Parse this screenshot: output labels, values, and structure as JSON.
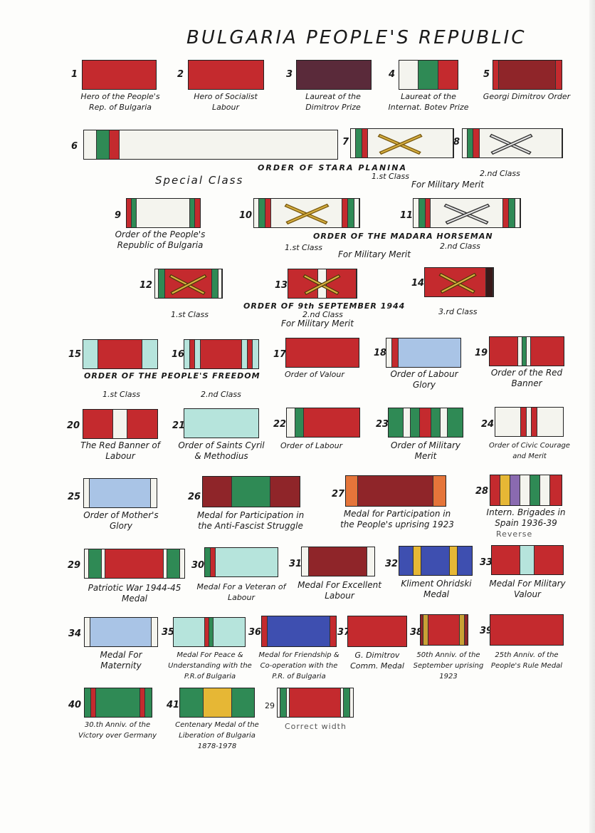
{
  "title": "BULGARIA PEOPLE'S REPUBLIC",
  "colors": {
    "red": "#c42a2e",
    "green": "#2f8a55",
    "white": "#f4f4ee",
    "purple": "#5a2a3a",
    "brown": "#8f2529",
    "lblue": "#a9c4e6",
    "mblue": "#3e4fb0",
    "cyan": "#b6e4dc",
    "yellow": "#e6b735",
    "orange": "#e5753a",
    "gold": "#c9a135",
    "violet": "#8a6ab0"
  },
  "ribbons": [
    {
      "num": "1",
      "label": "Hero of the People's Rep. of Bulgaria"
    },
    {
      "num": "2",
      "label": "Hero of Socialist Labour"
    },
    {
      "num": "3",
      "label": "Laureat of the Dimitrov Prize"
    },
    {
      "num": "4",
      "label": "Laureat of the Internat. Botev Prize"
    },
    {
      "num": "5",
      "label": "Georgi Dimitrov Order"
    },
    {
      "num": "6",
      "label": "Special Class"
    },
    {
      "num": "7",
      "label": "1.st Class"
    },
    {
      "num": "8",
      "label": "2.nd Class"
    },
    {
      "num": "9",
      "label": "Order of the People's Republic of Bulgaria"
    },
    {
      "num": "10",
      "label": "1.st Class"
    },
    {
      "num": "11",
      "label": "2.nd Class"
    },
    {
      "num": "12",
      "label": "1.st Class"
    },
    {
      "num": "13",
      "label": "2.nd Class"
    },
    {
      "num": "14",
      "label": "3.rd Class"
    },
    {
      "num": "15",
      "label": "1.st Class"
    },
    {
      "num": "16",
      "label": "2.nd Class"
    },
    {
      "num": "17",
      "label": "Order of Valour"
    },
    {
      "num": "18",
      "label": "Order of Labour Glory"
    },
    {
      "num": "19",
      "label": "Order of the Red Banner"
    },
    {
      "num": "20",
      "label": "The Red Banner of Labour"
    },
    {
      "num": "21",
      "label": "Order of Saints Cyril & Methodius"
    },
    {
      "num": "22",
      "label": "Order of Labour"
    },
    {
      "num": "23",
      "label": "Order of Military Merit"
    },
    {
      "num": "24",
      "label": "Order of Civic Courage and Merit"
    },
    {
      "num": "25",
      "label": "Order of Mother's Glory"
    },
    {
      "num": "26",
      "label": "Medal for Participation in the Anti-Fascist Struggle"
    },
    {
      "num": "27",
      "label": "Medal for Participation in the People's uprising 1923"
    },
    {
      "num": "28",
      "label": "Intern. Brigades in Spain 1936-39"
    },
    {
      "num": "29",
      "label": "Patriotic War 1944-45 Medal"
    },
    {
      "num": "30",
      "label": "Medal For a Veteran of Labour"
    },
    {
      "num": "31",
      "label": "Medal For Excellent Labour"
    },
    {
      "num": "32",
      "label": "Kliment Ohridski Medal"
    },
    {
      "num": "33",
      "label": "Medal For Military Valour"
    },
    {
      "num": "34",
      "label": "Medal For Maternity"
    },
    {
      "num": "35",
      "label": "Medal For Peace & Understanding with the P.R.of Bulgaria"
    },
    {
      "num": "36",
      "label": "Medal for Friendship & Co-operation with the P.R. of Bulgaria"
    },
    {
      "num": "37",
      "label": "G. Dimitrov Comm. Medal"
    },
    {
      "num": "38",
      "label": "50th Anniv. of the September uprising 1923"
    },
    {
      "num": "39",
      "label": "25th Anniv. of the People's Rule Medal"
    },
    {
      "num": "40",
      "label": "30.th Anniv. of the Victory over Germany"
    },
    {
      "num": "41",
      "label": "Centenary Medal of the Liberation of Bulgaria 1878-1978"
    },
    {
      "num": "29",
      "label": "Correct width"
    }
  ],
  "group_labels": {
    "stara_planina": "ORDER OF STARA PLANINA",
    "military_merit": "For Military Merit",
    "madara": "ORDER OF THE MADARA HORSEMAN",
    "sept": "ORDER OF 9th SEPTEMBER 1944",
    "freedom": "ORDER OF THE PEOPLE'S FREEDOM",
    "reverse": "Reverse"
  }
}
